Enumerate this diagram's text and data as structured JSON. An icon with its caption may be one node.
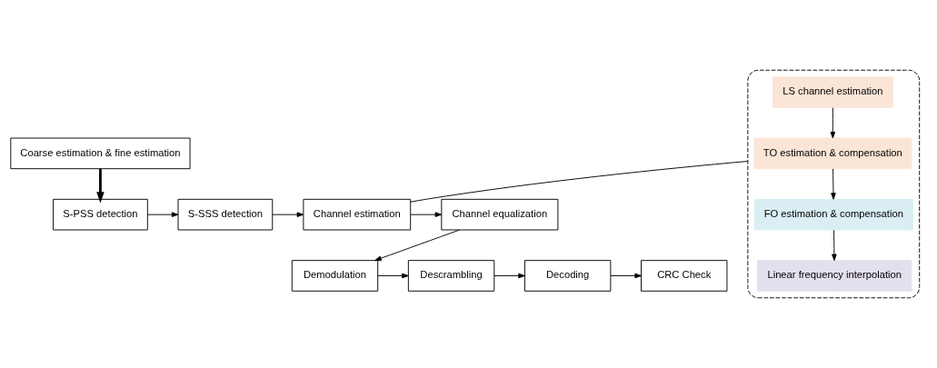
{
  "diagram": {
    "nodes": [
      {
        "text": [
          "Coarse estimation & fine estimation"
        ]
      },
      {
        "text": [],
        "shape": "box"
      },
      {
        "text": [
          "LS channel estimation"
        ],
        "in": 1
      },
      {
        "text": [
          "TO estimation & compensation"
        ],
        "in": 1
      },
      {
        "text": [
          "FO estimation & compensation"
        ],
        "in": 1
      },
      {
        "text": [
          "Linear frequency interpolation"
        ],
        "in": 1
      },
      {
        "text": [
          "S-PSS detection"
        ]
      },
      {
        "text": [
          "S-SSS detection"
        ]
      },
      {
        "text": [
          "Channel estimation"
        ]
      },
      {
        "text": [
          "Channel equalization"
        ]
      },
      {
        "text": [
          "Demodulation"
        ]
      },
      {
        "text": [
          "Descrambling"
        ]
      },
      {
        "text": [
          "Decoding"
        ]
      },
      {
        "text": [
          "CRC Check"
        ]
      }
    ],
    "edges": [
      {
        "from": 0,
        "to": 6,
        "arrow": "to",
        "style": "thick"
      },
      {
        "from": 2,
        "to": 3,
        "arrow": "to"
      },
      {
        "from": 3,
        "to": 4,
        "arrow": "to"
      },
      {
        "from": 4,
        "to": 5,
        "arrow": "to"
      },
      {
        "from": 1,
        "to": 8,
        "arrow": "none"
      },
      {
        "from": 6,
        "to": 7,
        "arrow": "to"
      },
      {
        "from": 7,
        "to": 8,
        "arrow": "to"
      },
      {
        "from": 8,
        "to": 9,
        "arrow": "to"
      },
      {
        "from": 9,
        "to": 10,
        "arrow": "to"
      },
      {
        "from": 10,
        "to": 11,
        "arrow": "to"
      },
      {
        "from": 11,
        "to": 12,
        "arrow": "to"
      },
      {
        "from": 12,
        "to": 13,
        "arrow": "to"
      }
    ]
  }
}
